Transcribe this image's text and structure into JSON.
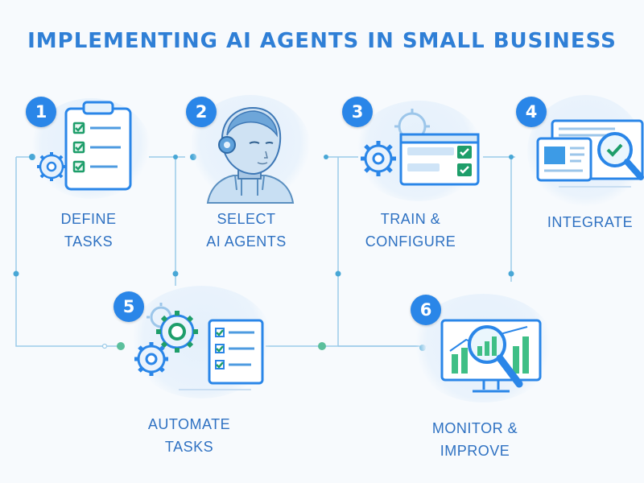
{
  "title": "IMPLEMENTING AI AGENTS IN SMALL BUSINESS",
  "colors": {
    "accent": "#2a86e8",
    "title": "#2f7fd6",
    "check": "#1e9e6a",
    "line": "#7fb6df"
  },
  "steps": [
    {
      "number": "1",
      "line1": "DEFINE",
      "line2": "TASKS",
      "icon": "clipboard-checklist-icon"
    },
    {
      "number": "2",
      "line1": "SELECT",
      "line2": "AI AGENTS",
      "icon": "robot-head-icon"
    },
    {
      "number": "3",
      "line1": "TRAIN &",
      "line2": "CONFIGURE",
      "icon": "config-panel-icon"
    },
    {
      "number": "4",
      "line1": "INTEGRATE",
      "line2": "",
      "icon": "screens-magnifier-icon"
    },
    {
      "number": "5",
      "line1": "AUTOMATE",
      "line2": "TASKS",
      "icon": "gears-checklist-icon"
    },
    {
      "number": "6",
      "line1": "MONITOR &",
      "line2": "IMPROVE",
      "icon": "monitor-chart-icon"
    }
  ]
}
